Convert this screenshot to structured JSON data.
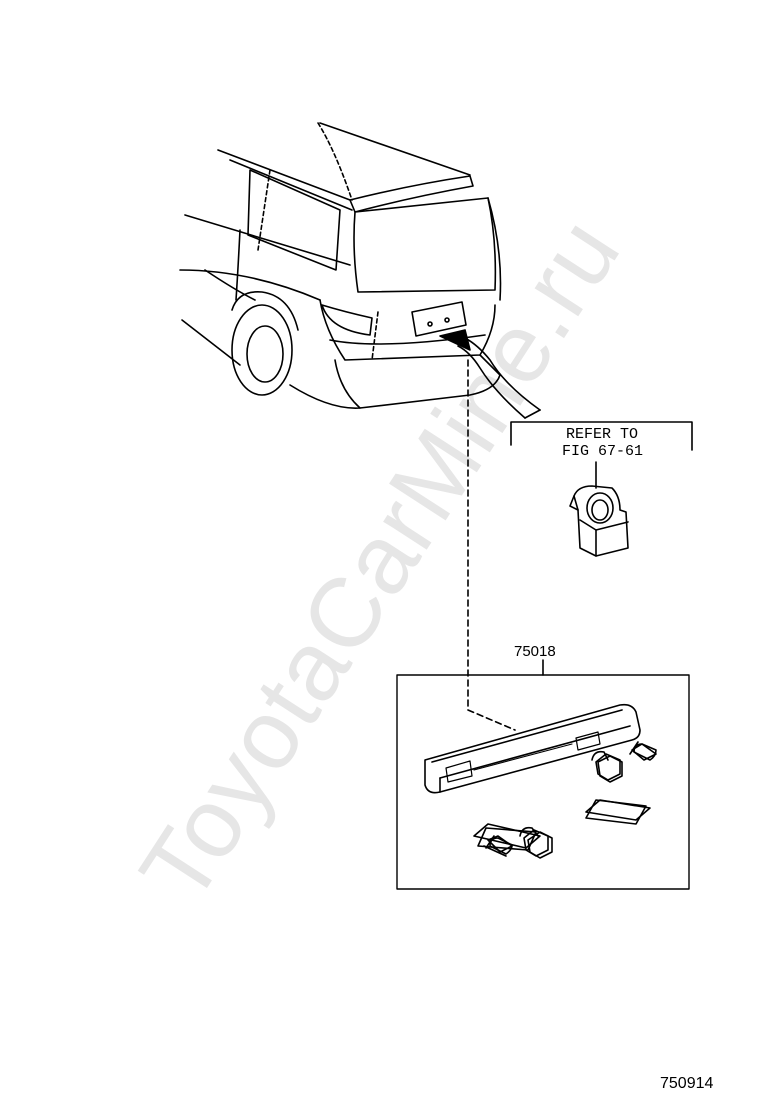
{
  "diagram": {
    "refer_note": {
      "line1": "REFER TO",
      "line2": "FIG 67-61"
    },
    "part_number_label": "75018",
    "figure_number": "750914"
  },
  "watermark": {
    "text": "ToyotaCarMine.ru",
    "color": "#e6e6e6"
  },
  "colors": {
    "line": "#000000",
    "background": "#ffffff"
  }
}
